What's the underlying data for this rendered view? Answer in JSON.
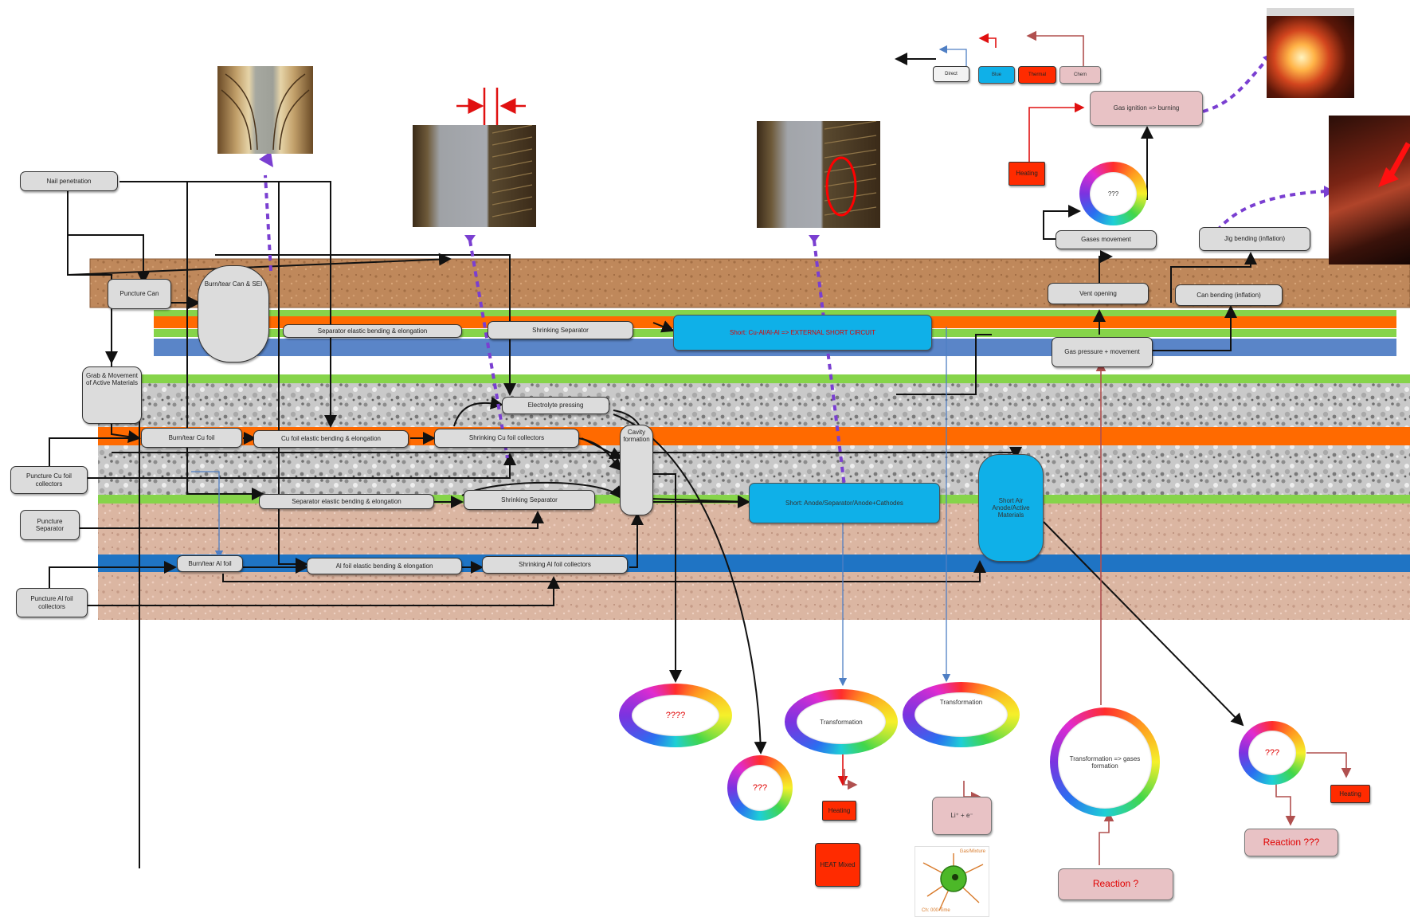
{
  "colors": {
    "brown_soil": "#c08a5e",
    "graphite_gray": "#c8c8c8",
    "orange_cu": "#ff6a00",
    "green_sep": "#86d44a",
    "blue_al": "#1f74c4",
    "pink_soil": "#dcb8a8",
    "box_gray": "#dcdcdc",
    "box_blue": "#0fb0e8",
    "box_pink": "#e8c2c5",
    "box_red": "#ff2b00",
    "dotted_arrow": "#7a3fd1"
  },
  "legend": {
    "items": [
      "Direct",
      "Blue",
      "Thermal",
      "Chem"
    ]
  },
  "boxes": {
    "nail_penetration": "Nail penetration",
    "puncture_can": "Puncture Can",
    "burn_can_sep": "Burn/tear Can & SEI",
    "separator_elastic_top": "Separator elastic bending & elongation",
    "shrinking_sep_top": "Shrinking Separator",
    "short_external": "Short: Cu-Al/Al-Al => EXTERNAL SHORT CIRCUIT",
    "grab_move": "Grab & Movement of Active Materials",
    "electrolyte_pressing": "Electrolyte pressing",
    "burn_cu": "Burn/tear Cu foil",
    "cu_elastic": "Cu foil elastic bending & elongation",
    "shrinking_cu": "Shrinking Cu foil collectors",
    "cavity": "Cavity formation",
    "puncture_cu": "Puncture Cu foil collectors",
    "puncture_sep": "Puncture Separator",
    "separator_elastic_mid": "Separator elastic bending & elongation",
    "shrinking_sep_mid": "Shrinking Separator",
    "short_anode_cathode": "Short: Anode/Separator/Anode+Cathodes",
    "short_air": "Short Air Anode/Active Materials",
    "burn_al": "Burn/tear Al foil",
    "al_elastic": "Al foil elastic bending & elongation",
    "shrinking_al": "Shrinking Al foil collectors",
    "puncture_al": "Puncture Al foil collectors",
    "gas_ignition": "Gas ignition => burning",
    "heating": "Heating",
    "gases_movement": "Gases movement",
    "vent_opening": "Vent opening",
    "gas_pressure": "Gas pressure + movement",
    "jig_bending": "Jig bending (inflation)",
    "can_bending": "Can bending (inflation)",
    "heating_small": "Heating",
    "heat_result": "HEAT Mixed",
    "ions": "Li⁺ + e⁻",
    "reaction_q": "Reaction ???",
    "reaction": "Reaction ?",
    "heating_right": "Heating"
  },
  "rings": {
    "top": "???",
    "r1": "????",
    "r2": "???",
    "r3": "Transformation",
    "r4": "Transformation",
    "r5": "Transformation => gases formation",
    "r6": "???"
  },
  "particle_labels": {
    "top": "Gas/Mixture",
    "bottom": "Ch: 000 Time"
  }
}
